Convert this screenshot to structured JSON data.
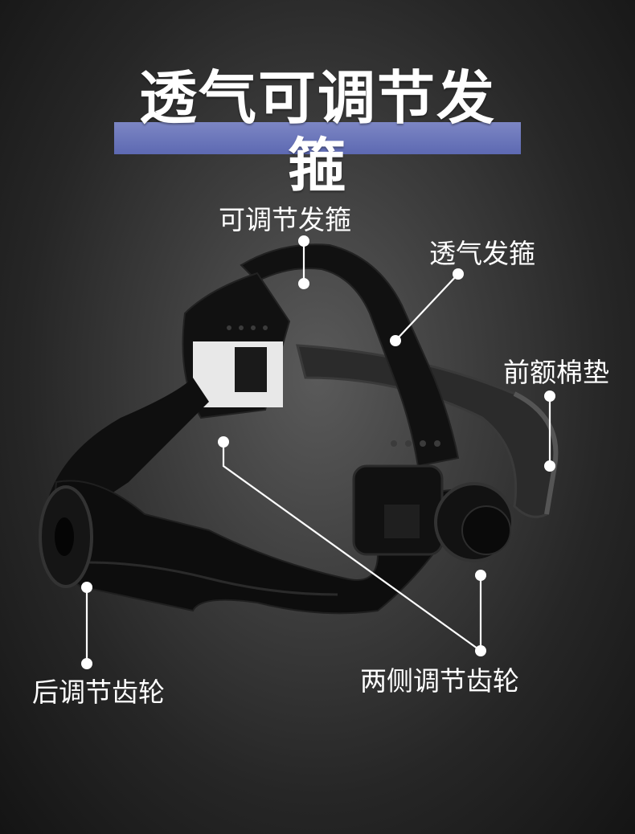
{
  "title": "透气可调节发箍",
  "callouts": {
    "adjustable_band": "可调节发箍",
    "breathable_band": "透气发箍",
    "forehead_pad": "前额棉垫",
    "rear_gear": "后调节齿轮",
    "side_gears": "两侧调节齿轮"
  },
  "colors": {
    "accent_bar": "#6470b8",
    "callout_line": "#ffffff",
    "headgear": "#0d0d0d"
  }
}
